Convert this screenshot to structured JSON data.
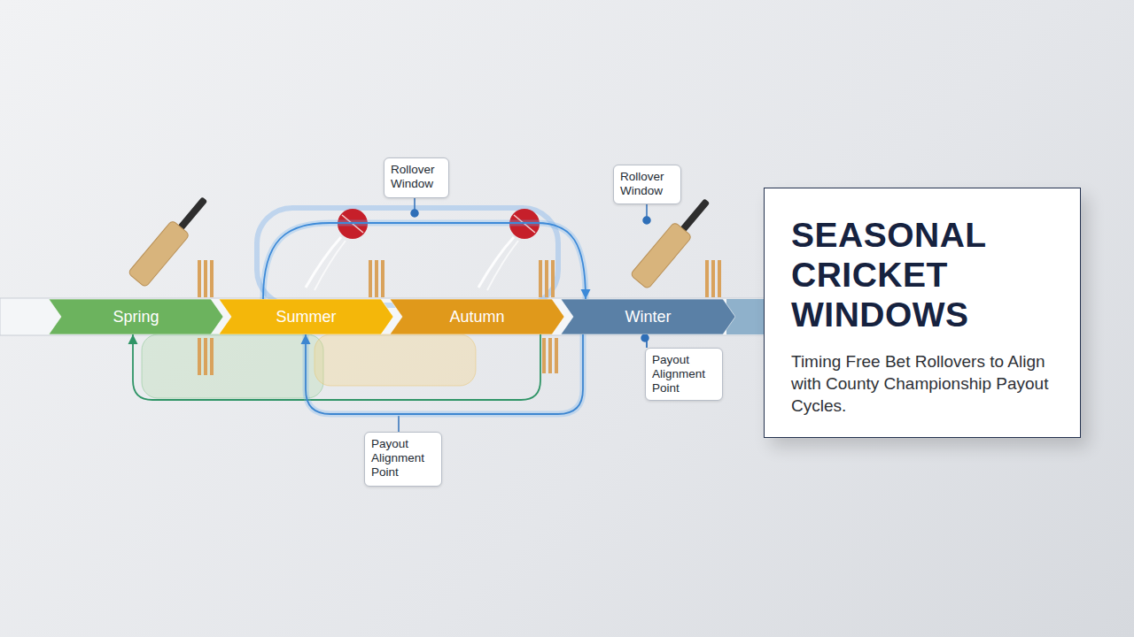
{
  "diagram": {
    "nodes": [
      {
        "text": [
          "Rollover Window"
        ]
      },
      {
        "text": [
          "Rollover Window"
        ]
      },
      {
        "text": [
          "Spring"
        ]
      },
      {
        "text": [
          "Summer"
        ]
      },
      {
        "text": [
          "Autumn"
        ]
      },
      {
        "text": [
          "Winter"
        ]
      },
      {
        "text": [
          "Payout Alignment Point"
        ]
      },
      {
        "text": [
          "Payout Alignment Point"
        ]
      },
      {
        "text": [
          "SEASONAL CRICKET WINDOWS",
          "Timing Free Bet Rollovers to Align with County Championship Payout Cycles."
        ]
      }
    ],
    "edges": [
      {
        "from": 3,
        "to": 5,
        "arrow": "to"
      },
      {
        "from": 4,
        "to": 2,
        "arrow": "to"
      },
      {
        "from": 5,
        "to": 3,
        "arrow": "to"
      },
      {
        "from": 5,
        "to": 6,
        "arrow": "none"
      }
    ]
  }
}
